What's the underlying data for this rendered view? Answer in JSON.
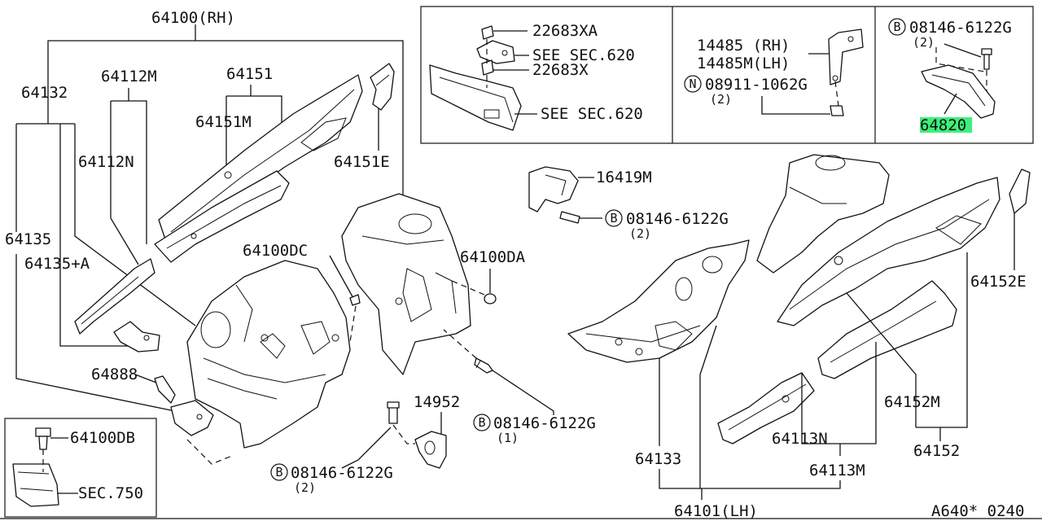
{
  "labels": {
    "l64100rh": "64100(RH)",
    "l64132": "64132",
    "l64112m": "64112M",
    "l64151": "64151",
    "l64151m": "64151M",
    "l64112n": "64112N",
    "l64151e": "64151E",
    "l64135": "64135",
    "l64135a": "64135+A",
    "l64100dc": "64100DC",
    "l64100da": "64100DA",
    "l64888": "64888",
    "l14952": "14952",
    "l64100db": "64100DB",
    "lsec750": "SEC.750",
    "l22683xa": "22683XA",
    "lseesec620a": "SEE SEC.620",
    "l22683x": "22683X",
    "lseesec620b": "SEE SEC.620",
    "l14485rh": "14485  (RH)",
    "l14485mlh": "14485M(LH)",
    "l08911": "08911-1062G",
    "l08911q": "(2)",
    "lb08146top": "08146-6122G",
    "lb08146topq": "(2)",
    "l64820": "64820",
    "l16419m": "16419M",
    "lb08146mid": "08146-6122G",
    "lb08146midq": "(2)",
    "lb08146c": "08146-6122G",
    "lb08146cq": "(1)",
    "lb08146bl": "08146-6122G",
    "lb08146blq": "(2)",
    "l64152e": "64152E",
    "l64152m": "64152M",
    "l64152": "64152",
    "l64133": "64133",
    "l64113n": "64113N",
    "l64113m": "64113M",
    "l64101lh": "64101(LH)",
    "lref": "A640* 0240"
  },
  "symbols": {
    "bolt": "B",
    "nut": "N"
  },
  "highlight_color": "#3cf07a",
  "highlighted_part": "64820"
}
